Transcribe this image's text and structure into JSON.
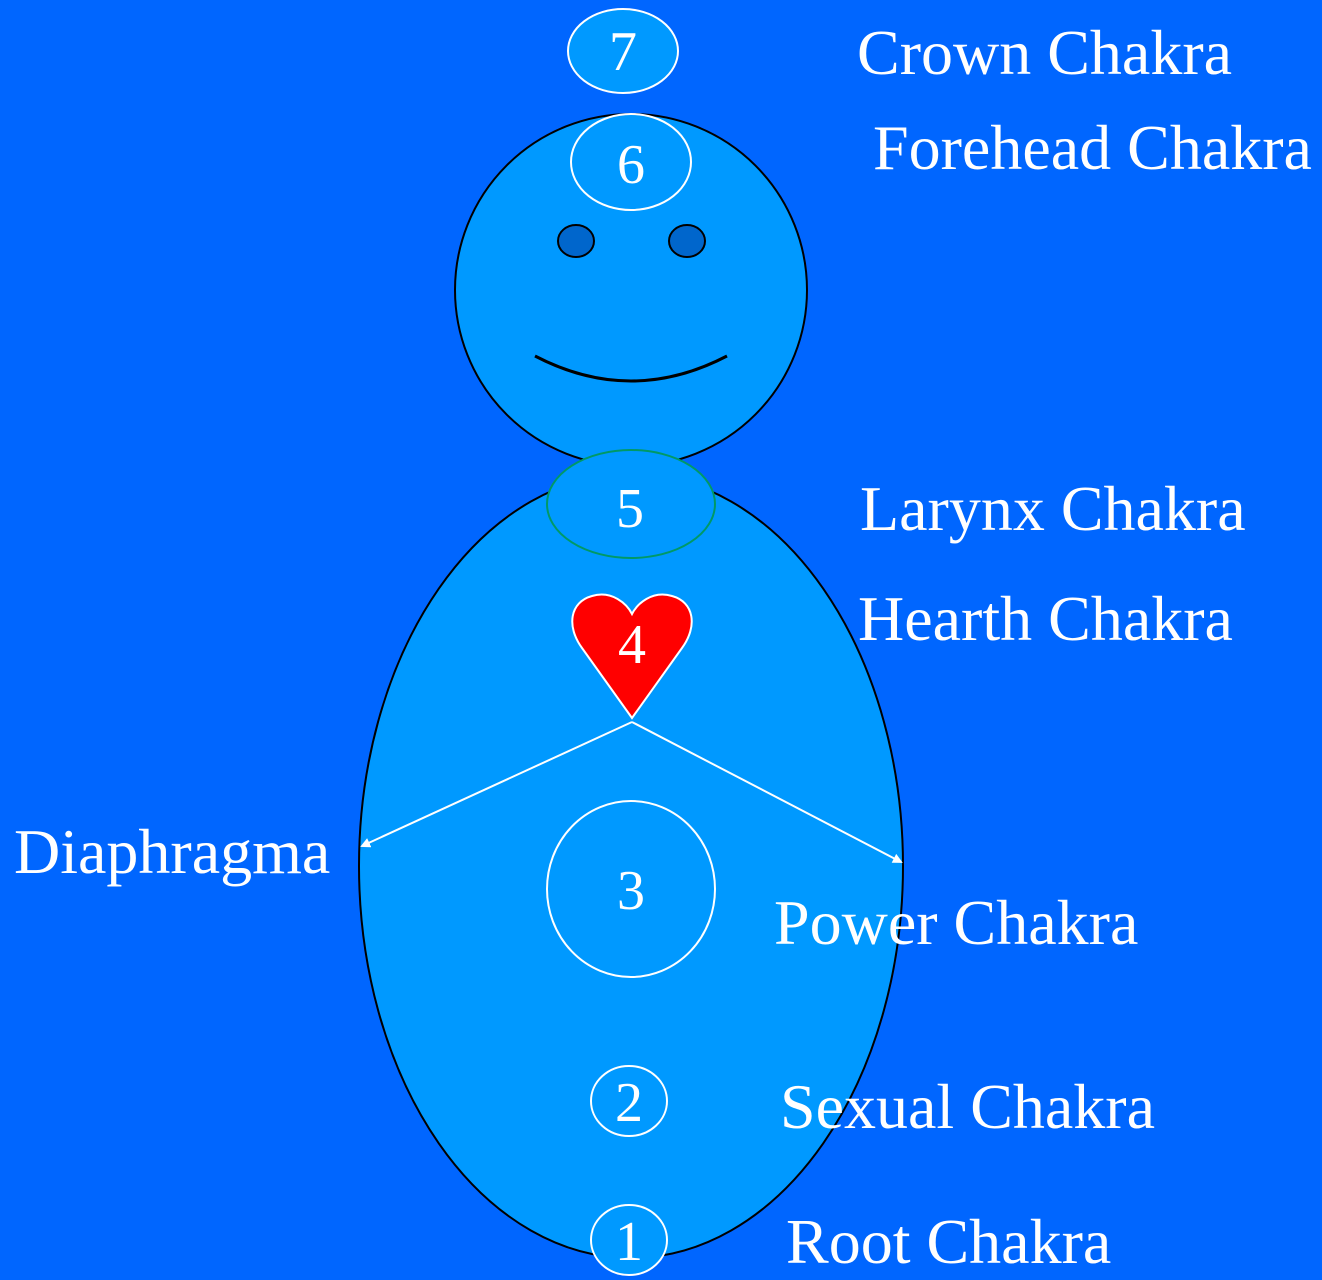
{
  "colors": {
    "background": "#0066ff",
    "figure_fill": "#0099ff",
    "eye_fill": "#0066cc",
    "heart_fill": "#ff0000",
    "text": "#ffffff",
    "outline": "#000000",
    "larynx_outline": "#009966"
  },
  "chakras": {
    "crown": {
      "number": "7",
      "label": "Crown Chakra"
    },
    "forehead": {
      "number": "6",
      "label": "Forehead Chakra"
    },
    "larynx": {
      "number": "5",
      "label": "Larynx Chakra"
    },
    "hearth": {
      "number": "4",
      "label": "Hearth Chakra"
    },
    "power": {
      "number": "3",
      "label": "Power Chakra"
    },
    "sexual": {
      "number": "2",
      "label": "Sexual Chakra"
    },
    "root": {
      "number": "1",
      "label": "Root Chakra"
    }
  },
  "diaphragm": {
    "label": "Diaphragma"
  },
  "icons": [
    "heart-icon",
    "face-icon",
    "eye-icon",
    "smile-icon",
    "arrow-icon"
  ]
}
